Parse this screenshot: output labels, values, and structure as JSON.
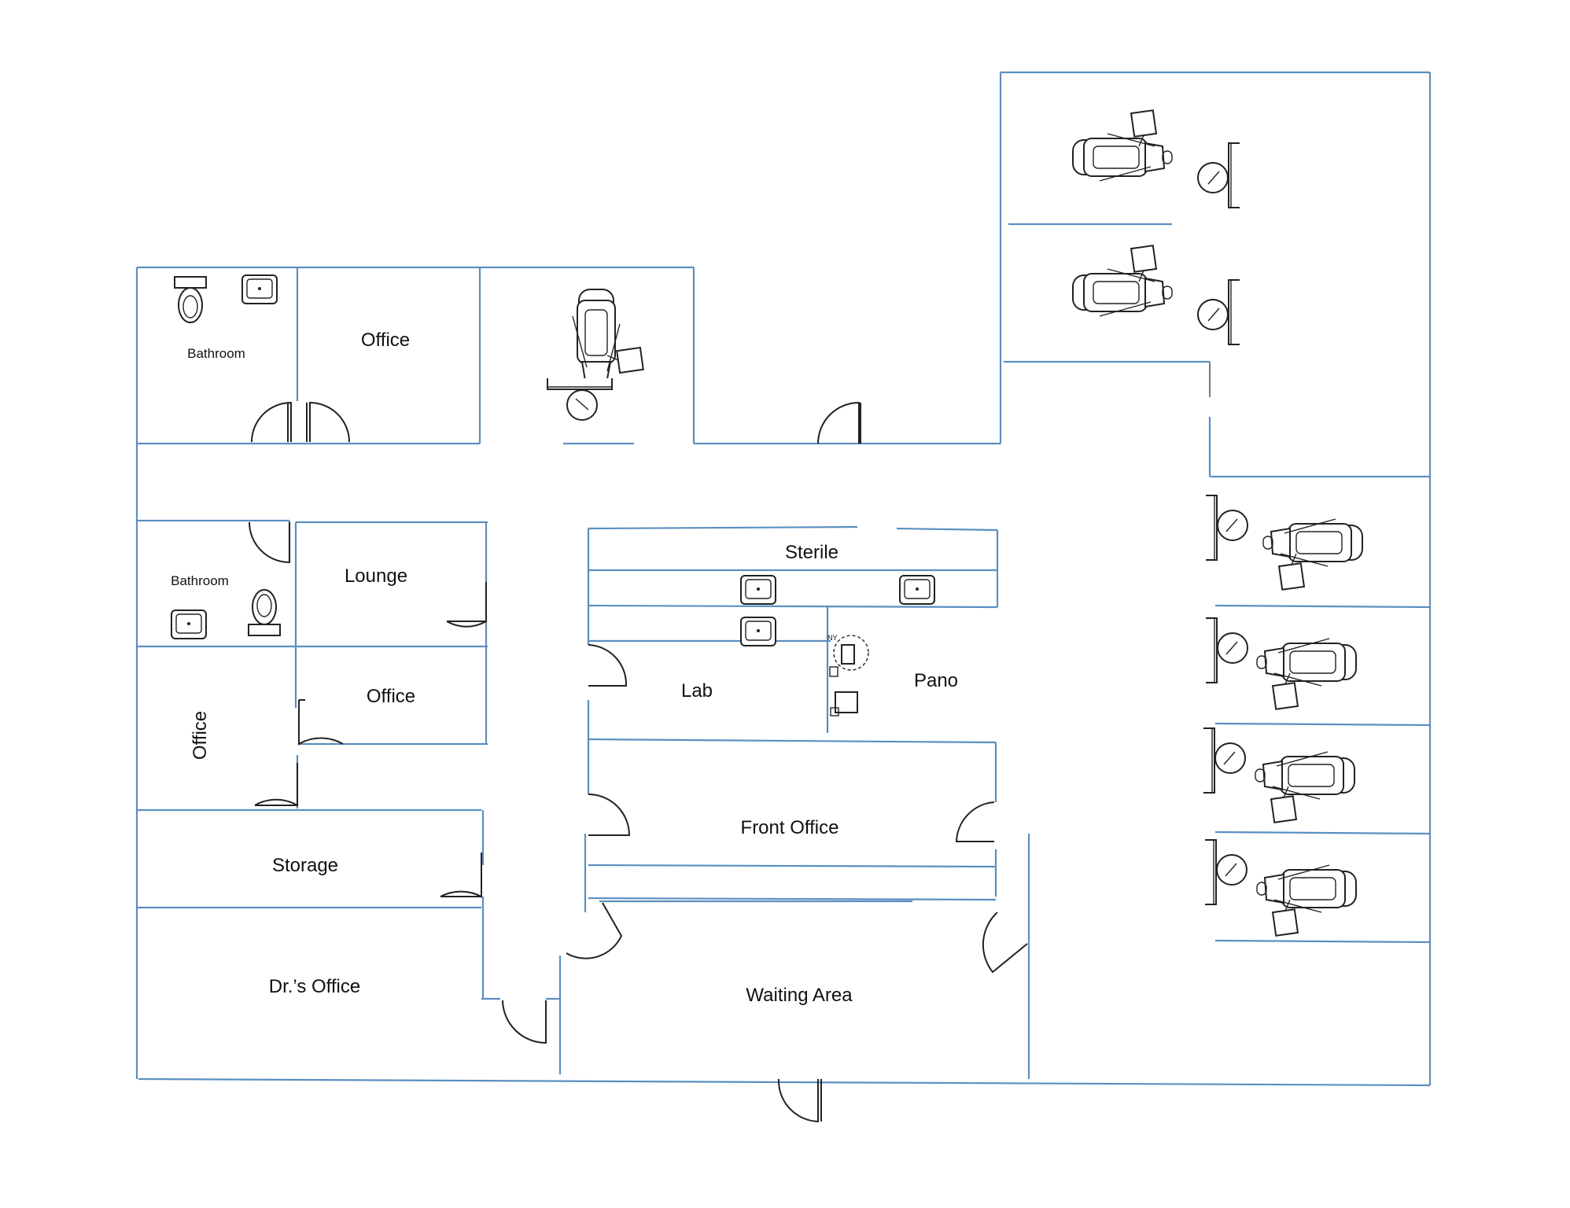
{
  "rooms": {
    "bathroom_top": "Bathroom",
    "office_top": "Office",
    "bathroom_mid": "Bathroom",
    "lounge": "Lounge",
    "office_mid": "Office",
    "office_vertical": "Office",
    "storage": "Storage",
    "drs_office": "Dr.’s Office",
    "sterile": "Sterile",
    "lab": "Lab",
    "pano": "Pano",
    "front_office": "Front Office",
    "waiting_area": "Waiting Area"
  },
  "equipment_labels": {
    "pano_unit": "NY"
  },
  "colors": {
    "wall": "#5b8fc0",
    "ink": "#222222",
    "background": "#ffffff"
  }
}
